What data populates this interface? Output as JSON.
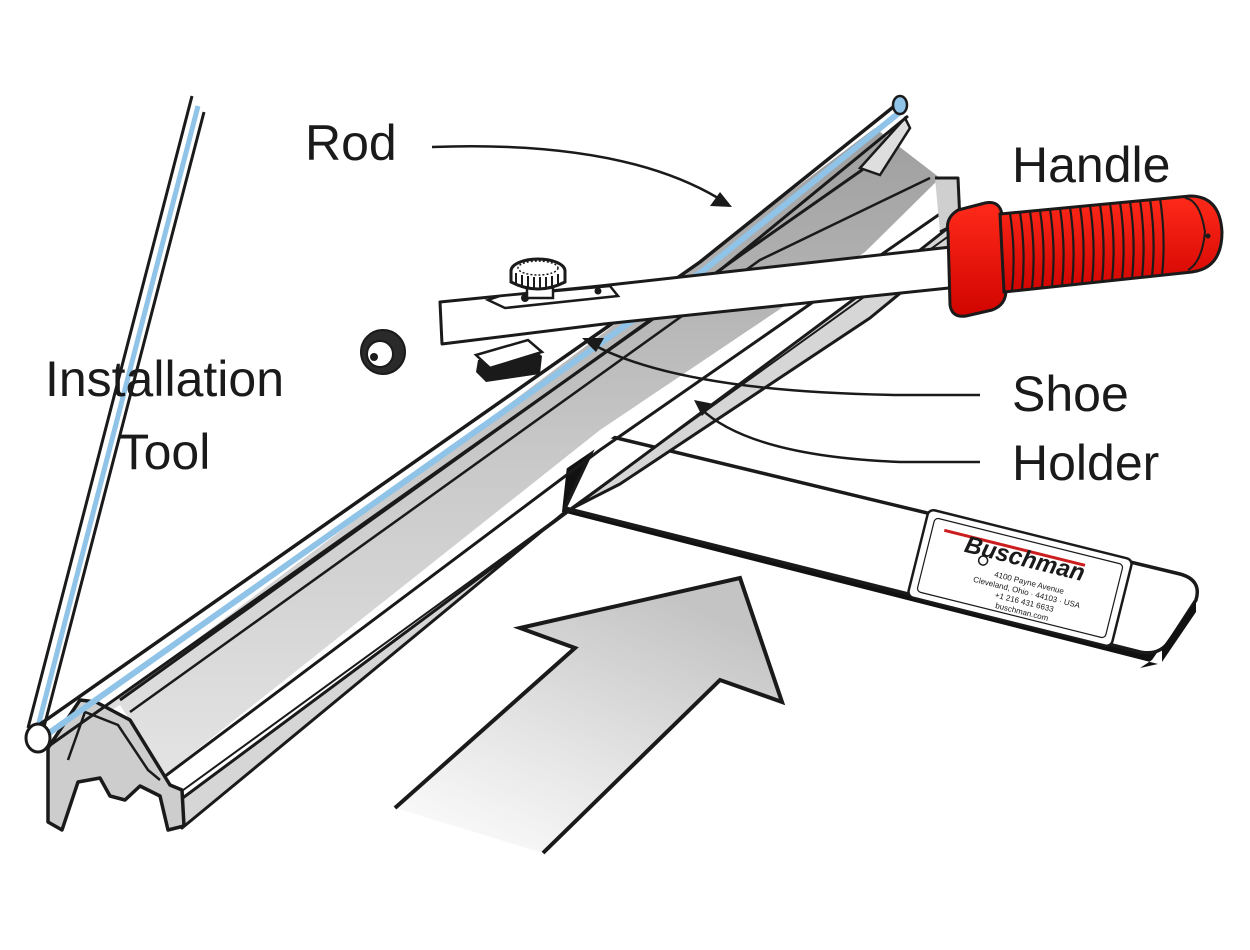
{
  "labels": {
    "rod": "Rod",
    "handle": "Handle",
    "shoe": "Shoe",
    "holder": "Holder",
    "installation_tool_line1": "Installation",
    "installation_tool_line2": "Tool"
  },
  "nameplate": {
    "brand": "Buschman",
    "address_line1": "4100 Payne Avenue",
    "address_line2": "Cleveland, Ohio · 44103 · USA",
    "phone": "+1 216 431 6633",
    "website": "buschman.com"
  },
  "colors": {
    "handle_grip": "#e10600",
    "rod_highlight": "#8fc3e8",
    "profile_grey": "#c9c9c9",
    "brand_red": "#cc1e1e"
  }
}
